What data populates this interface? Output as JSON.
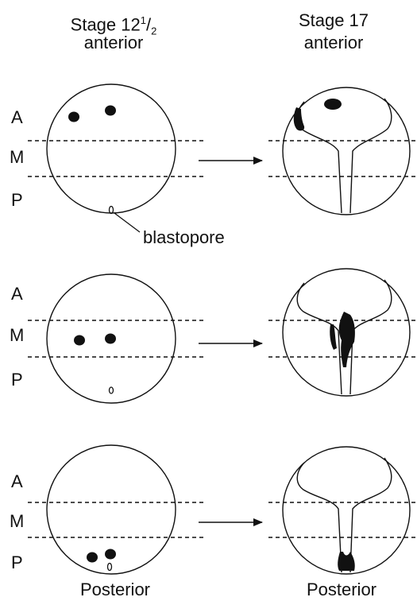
{
  "header": {
    "left_stage_main": "Stage 12",
    "left_stage_sup": "1",
    "left_stage_sub": "2",
    "left_view": "anterior",
    "right_stage": "Stage 17",
    "right_view": "anterior"
  },
  "zone_labels": [
    "A",
    "M",
    "P"
  ],
  "blastopore_label": "blastopore",
  "footer": {
    "left": "Posterior",
    "right": "Posterior"
  }
}
